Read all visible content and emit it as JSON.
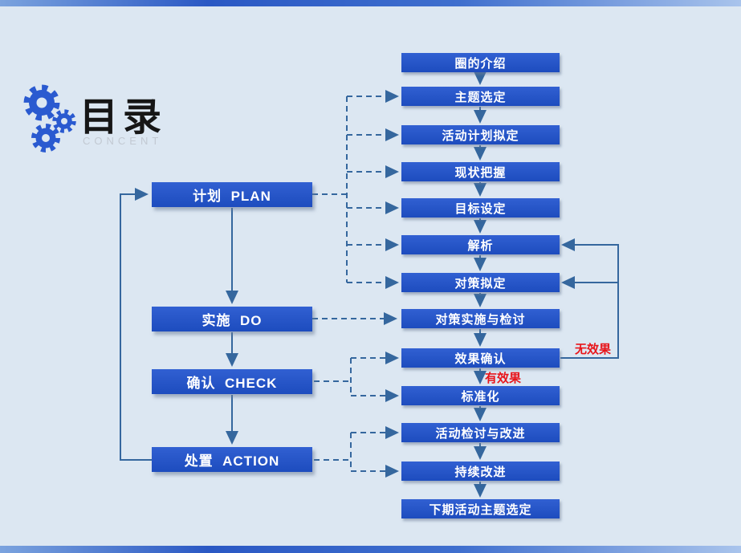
{
  "header": {
    "title": "目录",
    "subtitle": "CONCENT"
  },
  "pdca": [
    {
      "label": "计划  PLAN"
    },
    {
      "label": "实施  DO"
    },
    {
      "label": "确认  CHECK"
    },
    {
      "label": "处置  ACTION"
    }
  ],
  "flow": [
    {
      "label": "圈的介绍"
    },
    {
      "label": "主题选定"
    },
    {
      "label": "活动计划拟定"
    },
    {
      "label": "现状把握"
    },
    {
      "label": "目标设定"
    },
    {
      "label": "解析"
    },
    {
      "label": "对策拟定"
    },
    {
      "label": "对策实施与检讨"
    },
    {
      "label": "效果确认"
    },
    {
      "label": "标准化"
    },
    {
      "label": "活动检讨与改进"
    },
    {
      "label": "持续改进"
    },
    {
      "label": "下期活动主题选定"
    }
  ],
  "annotations": {
    "no_effect": "无效果",
    "has_effect": "有效果"
  },
  "colors": {
    "background": "#dce7f2",
    "box_blue": "#2453c4",
    "connector": "#35679e",
    "annotation_red": "#e8151a",
    "title_text": "#161616",
    "subtitle_text": "#c2c9d2"
  }
}
